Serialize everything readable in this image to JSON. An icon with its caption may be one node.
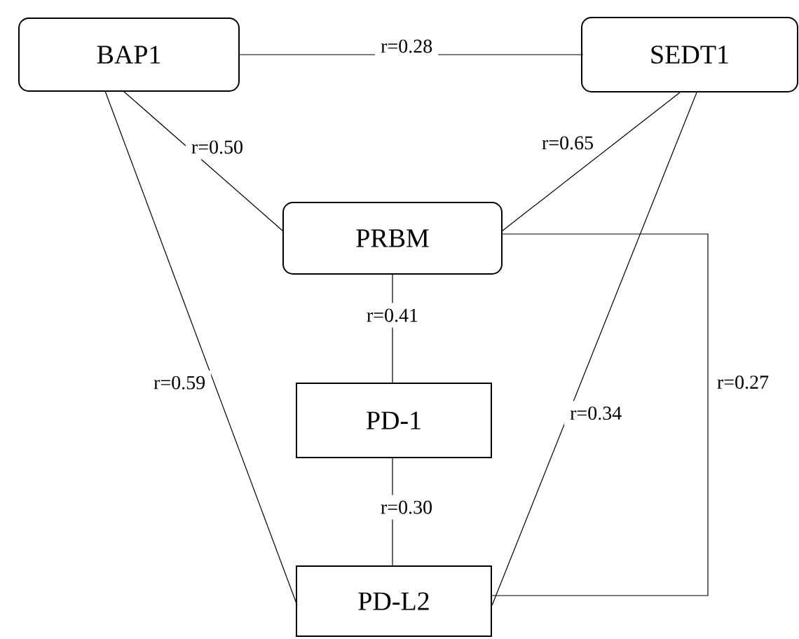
{
  "diagram": {
    "nodes": [
      {
        "text": [
          "BAP1"
        ]
      },
      {
        "text": [
          "SEDT1"
        ]
      },
      {
        "text": [
          "PRBM"
        ]
      },
      {
        "text": [
          "PD-1"
        ]
      },
      {
        "text": [
          "PD-L2"
        ]
      }
    ],
    "edges": [
      {
        "from": 0,
        "to": 1,
        "arrow": "none",
        "label": "r=0.28"
      },
      {
        "from": 0,
        "to": 2,
        "arrow": "none",
        "label": "r=0.50"
      },
      {
        "from": 1,
        "to": 2,
        "arrow": "none",
        "label": "r=0.65"
      },
      {
        "from": 0,
        "to": 4,
        "arrow": "none",
        "label": "r=0.59"
      },
      {
        "from": 2,
        "to": 3,
        "arrow": "none",
        "label": "r=0.41"
      },
      {
        "from": 3,
        "to": 4,
        "arrow": "none",
        "label": "r=0.30"
      },
      {
        "from": 1,
        "to": 4,
        "arrow": "none",
        "label": "r=0.34"
      },
      {
        "from": 2,
        "to": 4,
        "arrow": "none",
        "label": "r=0.27"
      }
    ]
  }
}
